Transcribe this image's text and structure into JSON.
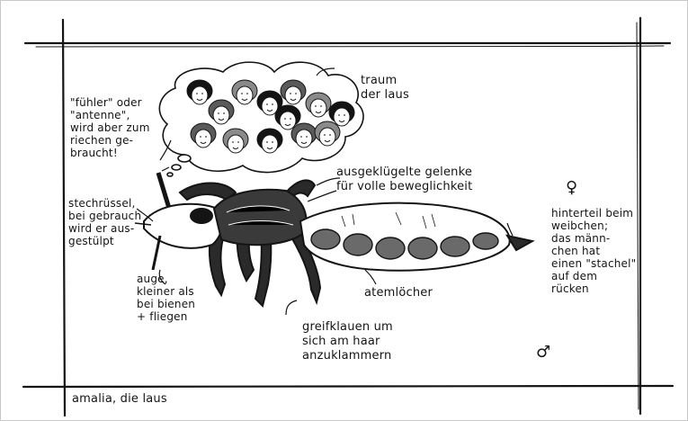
{
  "caption": "amalia, die laus",
  "labels": {
    "dream": "traum\nder laus",
    "antenna": "\"fühler\" oder\n\"antenne\",\nwird aber zum\nriechen ge-\nbraucht!",
    "joints": "ausgeklügelte gelenke\nfür volle beweglichkeit",
    "proboscis": "stechrüssel,\nbei gebrauch\nwird er aus-\ngestülpt",
    "rear": "hinterteil beim\nweibchen;\ndas männ-\nchen hat\neinen \"stachel\"\nauf dem\nrücken",
    "eye": "auge,\nkleiner als\nbei bienen\n+ fliegen",
    "spiracles": "atemlöcher",
    "claws": "greifklauen um\nsich am haar\nanzuklammern"
  },
  "symbols": {
    "female": "♀",
    "male": "♂"
  },
  "colors": {
    "ink": "#141414",
    "background": "#ffffff"
  }
}
